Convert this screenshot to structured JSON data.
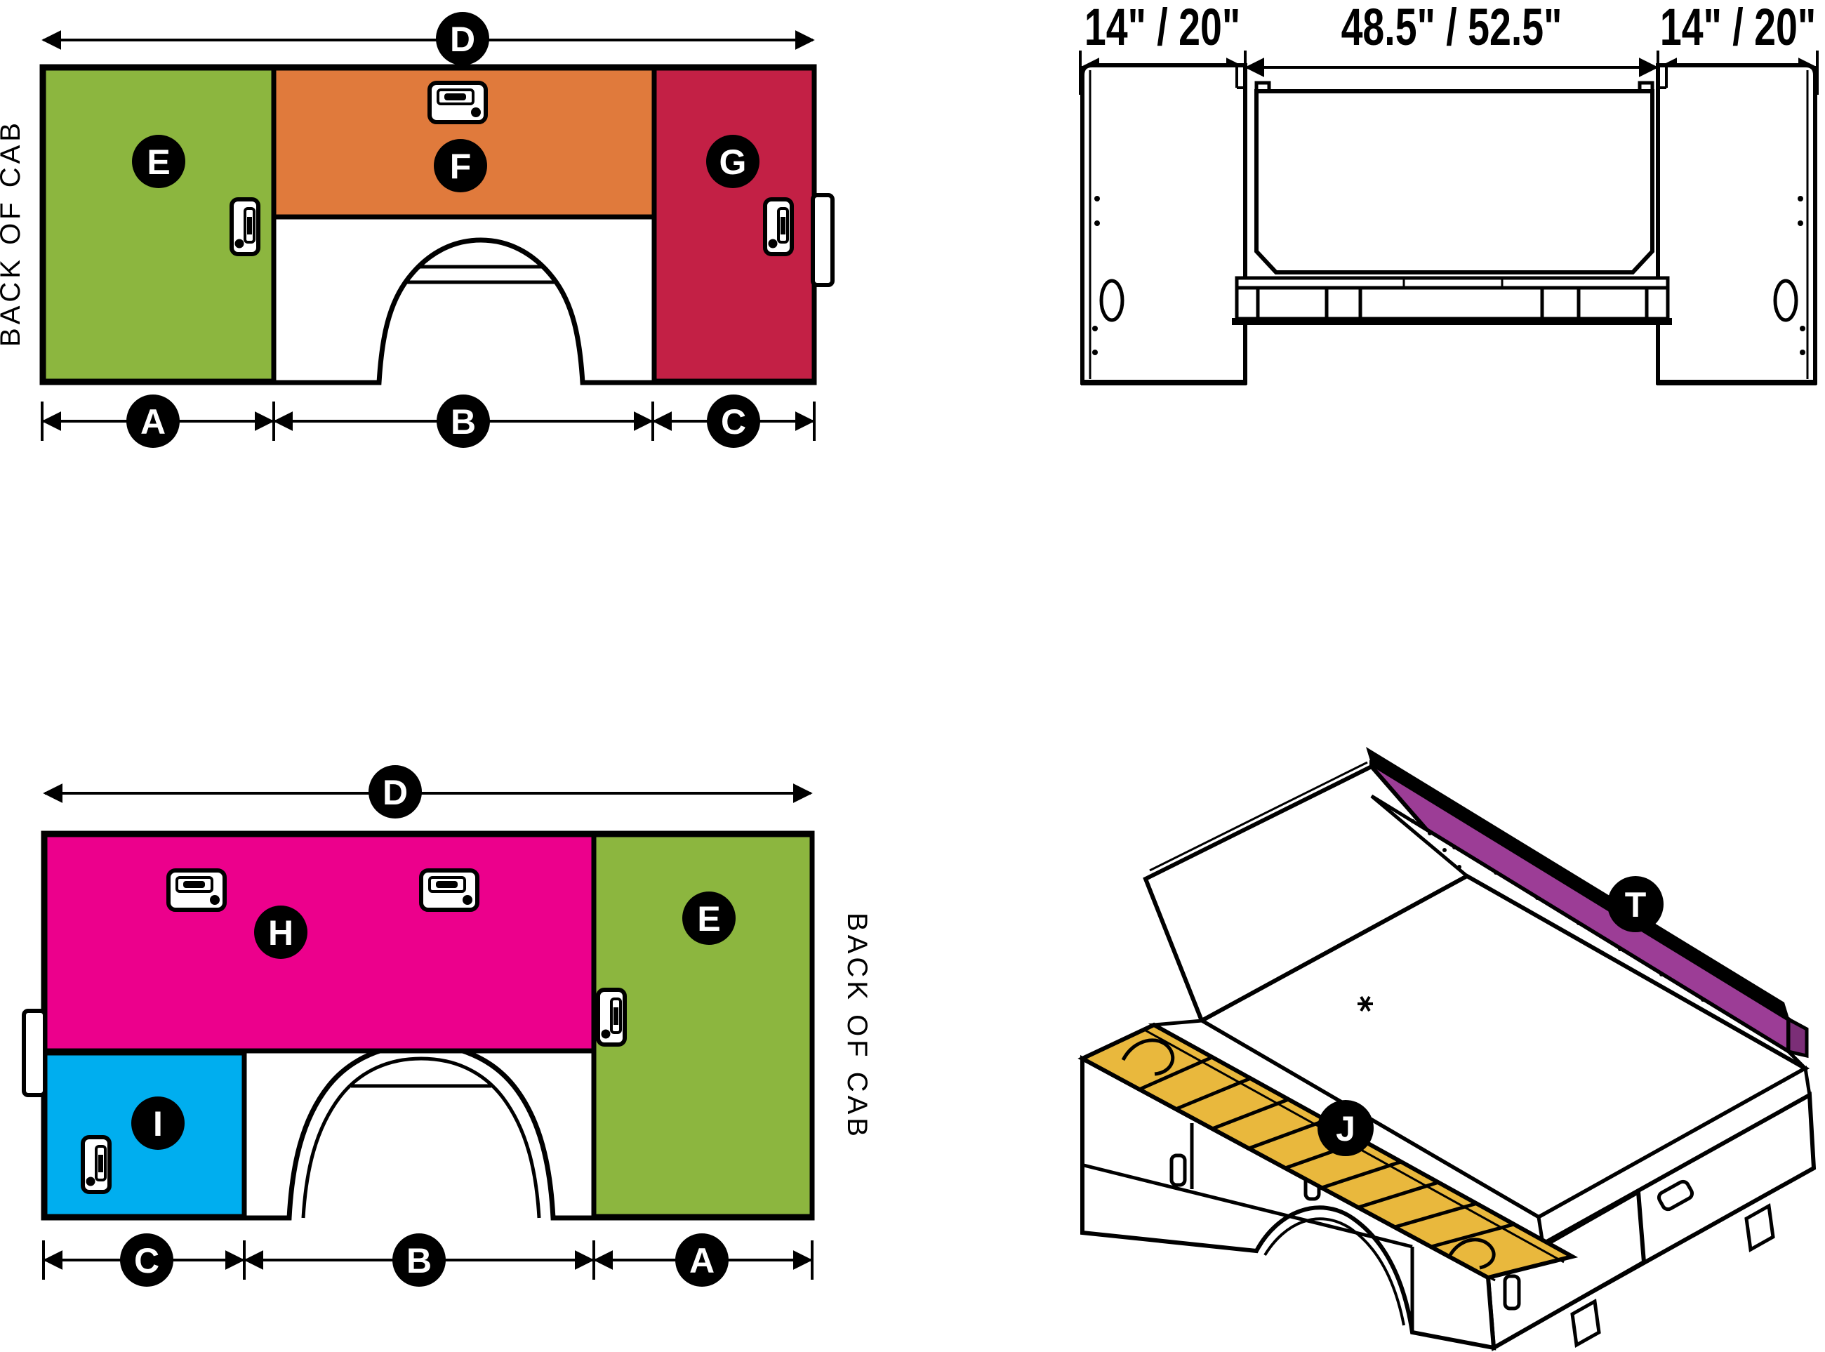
{
  "palette": {
    "green": "#8CB63F",
    "orange": "#E07A3C",
    "red": "#C32045",
    "magenta": "#EC008C",
    "blue": "#00AEEF",
    "yellow": "#E9B83D",
    "purple": "#9C3D96",
    "purple_dark": "#7B2E77"
  },
  "views": {
    "side_top": {
      "back_of_cab": "BACK OF CAB",
      "dim_top": "D",
      "panel_e": "E",
      "panel_f": "F",
      "panel_g": "G",
      "dim_a": "A",
      "dim_b": "B",
      "dim_c": "C"
    },
    "rear": {
      "dim_left": "14\" / 20\"",
      "dim_center": "48.5\" / 52.5\"",
      "dim_right": "14\" / 20\""
    },
    "side_bottom": {
      "back_of_cab": "BACK OF CAB",
      "dim_top": "D",
      "panel_h": "H",
      "panel_e": "E",
      "panel_i": "I",
      "dim_c": "C",
      "dim_b": "B",
      "dim_a": "A"
    },
    "iso": {
      "label_j": "J",
      "label_t": "T"
    }
  }
}
